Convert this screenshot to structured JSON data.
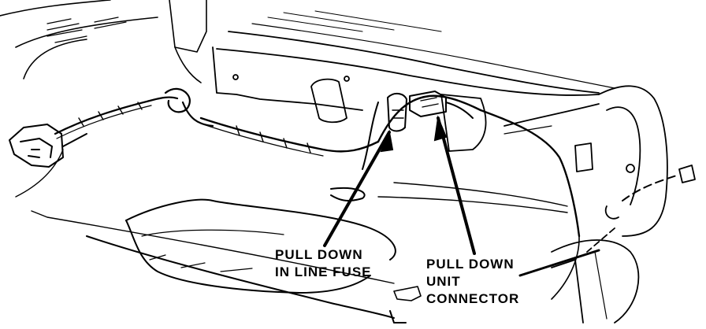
{
  "callouts": {
    "fuse": {
      "line1": "PULL DOWN",
      "line2": "IN LINE FUSE"
    },
    "connector": {
      "line1": "PULL DOWN",
      "line2": "UNIT",
      "line3": "CONNECTOR"
    }
  },
  "colors": {
    "ink": "#000000",
    "paper": "#ffffff"
  }
}
